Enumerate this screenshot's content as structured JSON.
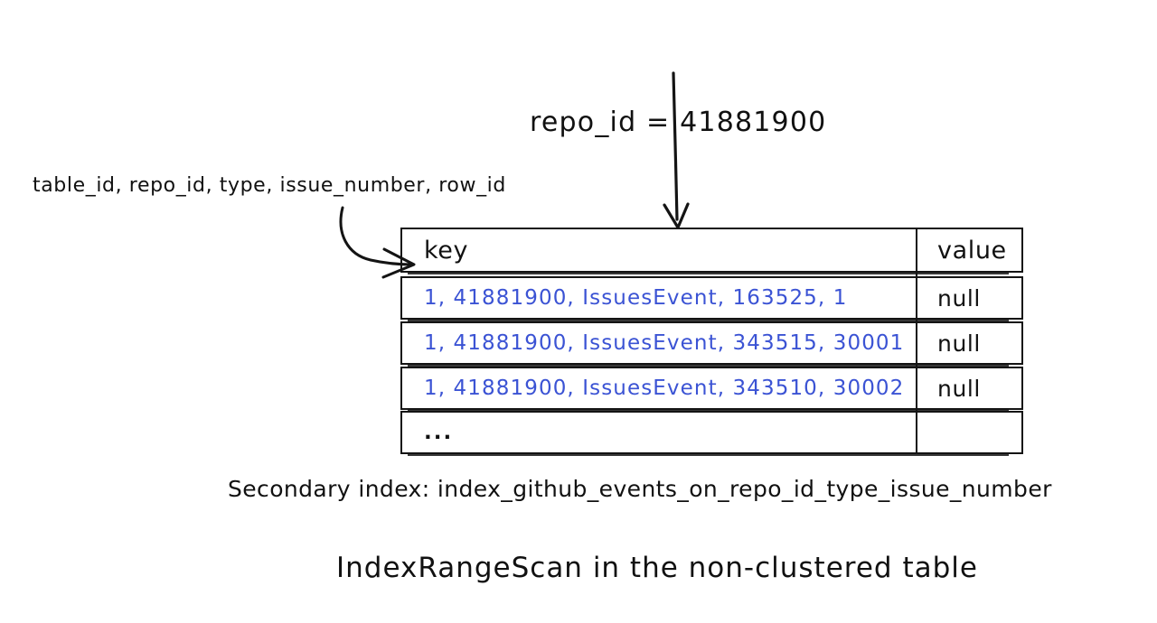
{
  "diagram": {
    "predicate_label": "repo_id = 41881900",
    "columns_label": "table_id, repo_id, type, issue_number, row_id",
    "index_caption": "Secondary index: index_github_events_on_repo_id_type_issue_number",
    "scan_caption": "IndexRangeScan in the non-clustered table",
    "colors": {
      "key_text": "#3B53D4",
      "ink": "#141414",
      "background": "#FFFFFF"
    }
  },
  "table": {
    "columns": [
      "key",
      "value"
    ],
    "rows": [
      {
        "key": "1, 41881900, IssuesEvent, 163525, 1",
        "value": "null"
      },
      {
        "key": "1, 41881900, IssuesEvent, 343515, 30001",
        "value": "null"
      },
      {
        "key": "1, 41881900, IssuesEvent, 343510, 30002",
        "value": "null"
      },
      {
        "key": "...",
        "value": ""
      }
    ]
  },
  "annotations": {
    "predicate_arrow": "vertical-arrow-down-to-table",
    "columns_arrow": "curved-arrow-to-key-column"
  }
}
